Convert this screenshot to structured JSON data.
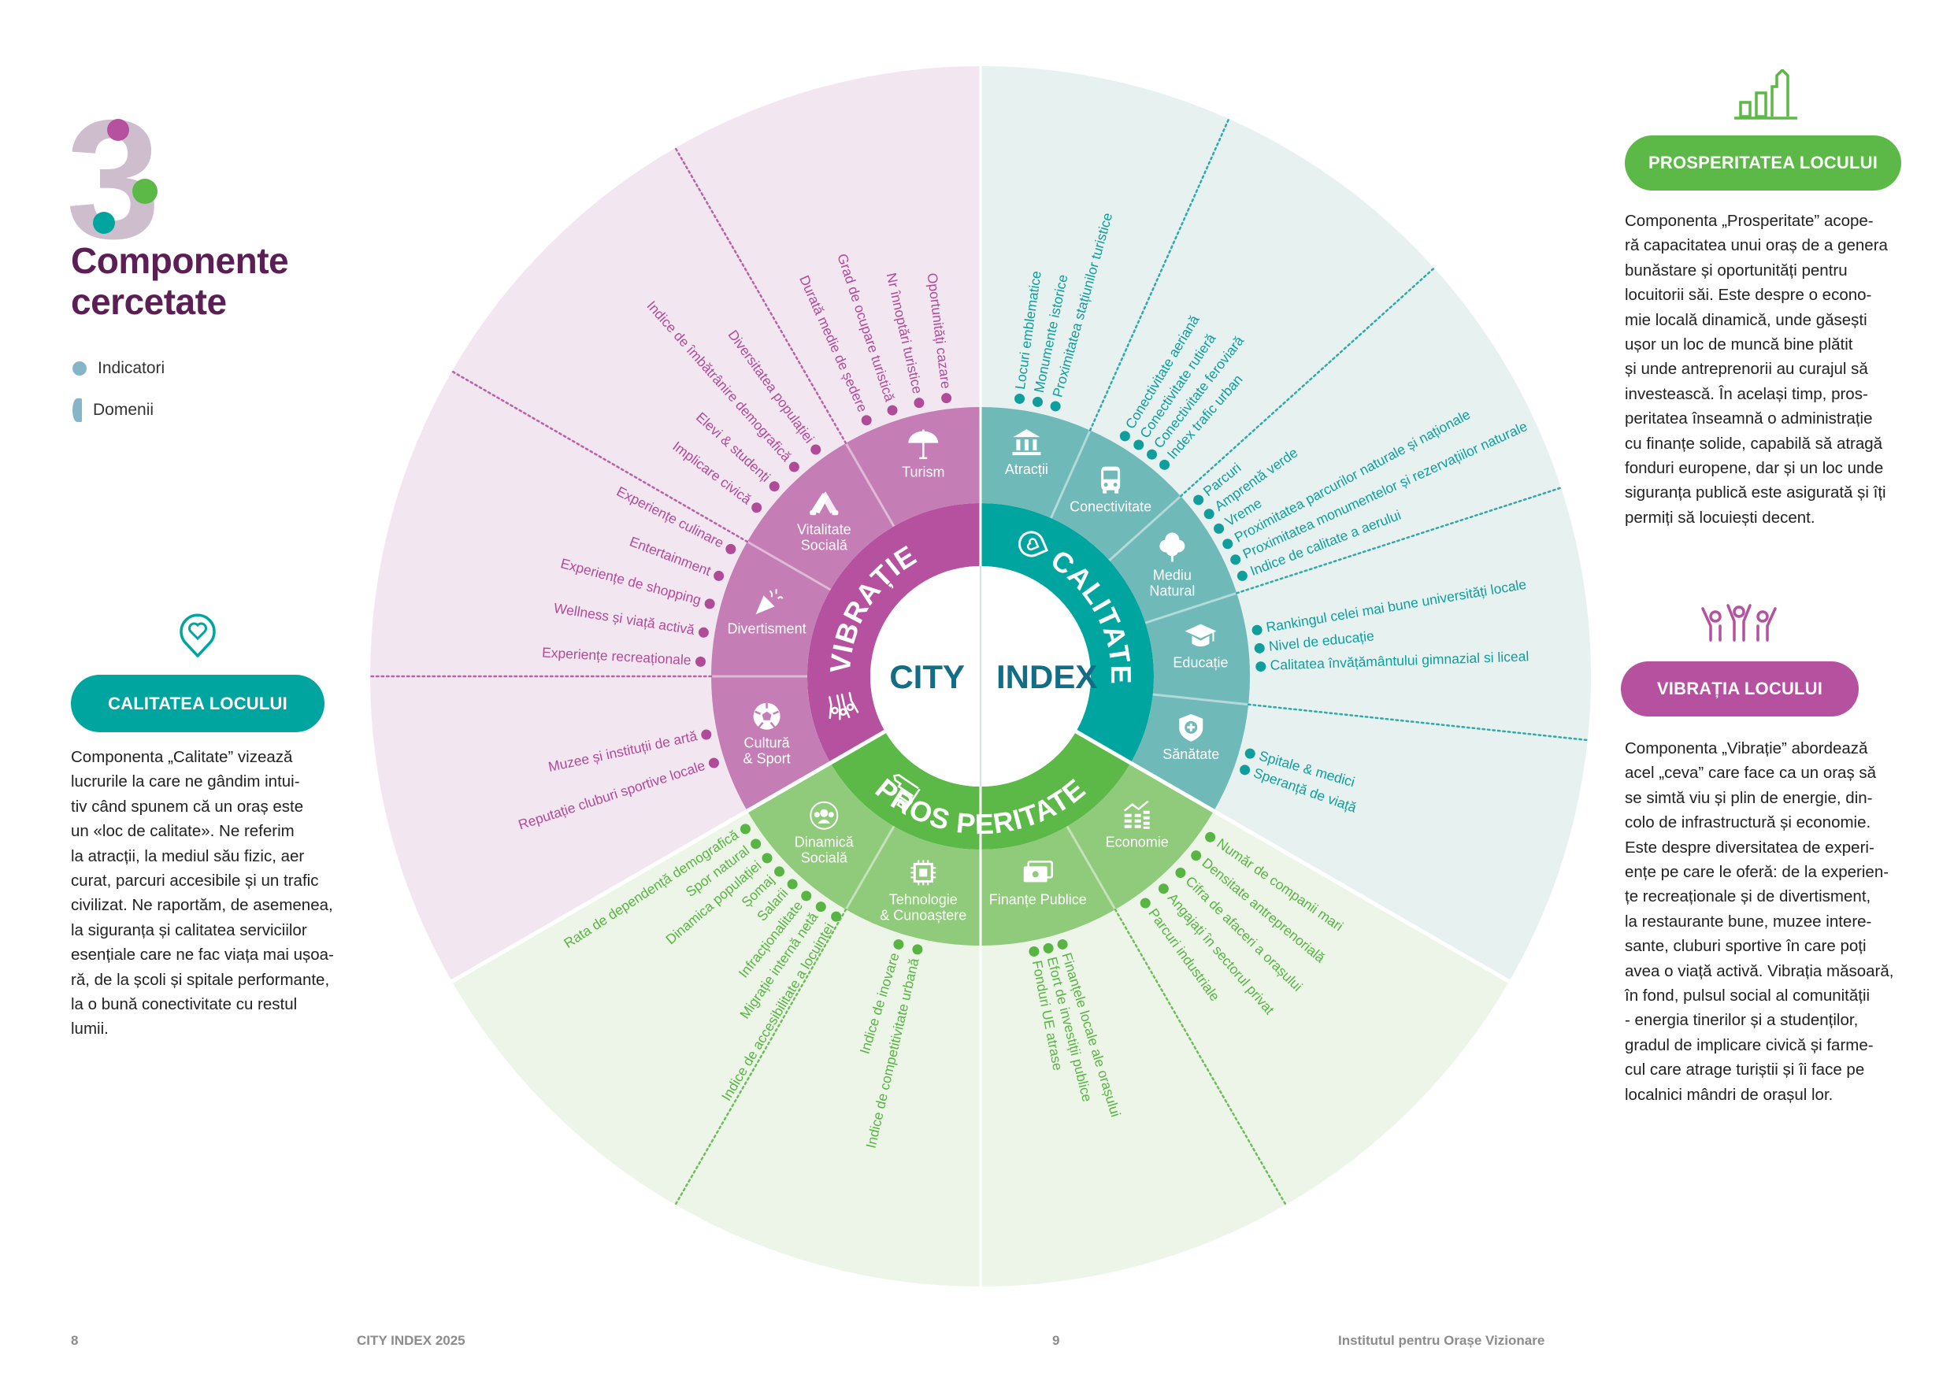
{
  "header": {
    "number": "3",
    "title_line1": "Componente",
    "title_line2": "cercetate",
    "legend": [
      {
        "label": "Indicatori"
      },
      {
        "label": "Domenii"
      }
    ]
  },
  "center": {
    "left_word": "CITY",
    "right_word": "INDEX"
  },
  "colors": {
    "vibratie": {
      "domain": "#b5519e",
      "sub": "#c57db5",
      "bg": "#f2e7f1",
      "text": "#b04b98"
    },
    "calitate": {
      "domain": "#00a5a0",
      "sub": "#6fb9b9",
      "bg": "#e6f1f0",
      "text": "#0f9e9c"
    },
    "prosperitate": {
      "domain": "#5cb947",
      "sub": "#90ca7b",
      "bg": "#edf5e8",
      "text": "#58b443"
    },
    "title": "#5c1f55",
    "center_text": "#126e86"
  },
  "domains": [
    {
      "key": "calitate",
      "label": "CALITATE",
      "icon": "heart-pin-icon",
      "subdomains": [
        {
          "label_lines": [
            "Atracții"
          ],
          "icon": "bank",
          "indicators": [
            "Locuri emblematice",
            "Monumente istorice",
            "Proximitatea stațiunilor turistice"
          ]
        },
        {
          "label_lines": [
            "Conectivitate"
          ],
          "icon": "bus",
          "indicators": [
            "Conectivitate aeriană",
            "Conectivitate rutieră",
            "Conectivitate feroviară",
            "Index trafic urban"
          ]
        },
        {
          "label_lines": [
            "Mediu",
            "Natural"
          ],
          "icon": "tree",
          "indicators": [
            "Parcuri",
            "Amprentă verde",
            "Vreme",
            "Proximitatea parcurilor naturale și naționale",
            "Proximitatea monumentelor și rezervațiilor naturale",
            "Indice de calitate a aerului"
          ]
        },
        {
          "label_lines": [
            "Educație"
          ],
          "icon": "graduation-cap",
          "indicators": [
            "Rankingul celei mai bune universități locale",
            "Nivel de educație",
            "Calitatea învățământului gimnazial si liceal"
          ]
        },
        {
          "label_lines": [
            "Sănătate"
          ],
          "icon": "shield-plus",
          "indicators": [
            "Spitale & medici",
            "Speranță de viață"
          ]
        }
      ]
    },
    {
      "key": "prosperitate",
      "label": "PROS PERITATE",
      "icon": "growth-chart-icon",
      "subdomains": [
        {
          "label_lines": [
            "Economie"
          ],
          "icon": "economy",
          "indicators": [
            "Număr de companii mari",
            "Densitate antreprenorială",
            "Cifra de afaceri a orașului",
            "Angajați în sectorul privat",
            "Parcuri industriale"
          ]
        },
        {
          "label_lines": [
            "Finanțe Publice"
          ],
          "icon": "money",
          "indicators": [
            "Finanțele locale ale orașului",
            "Efort de investiții publice",
            "Fonduri UE atrase"
          ]
        },
        {
          "label_lines": [
            "Tehnologie",
            "& Cunoaștere"
          ],
          "icon": "chip",
          "indicators": [
            "Indice de competitivitate urbană",
            "Indice de inovare"
          ]
        },
        {
          "label_lines": [
            "Dinamică",
            "Socială"
          ],
          "icon": "people",
          "indicators": [
            "Indice de accesibilitate a locuinței",
            "Migrație internă netă",
            "Infracționalitate",
            "Salarii",
            "Șomaj",
            "Dinamica populației",
            "Spor natural",
            "Rata de dependență demografică"
          ]
        }
      ]
    },
    {
      "key": "vibratie",
      "label": "VIBRAȚIE",
      "icon": "cheering-people-icon",
      "subdomains": [
        {
          "label_lines": [
            "Cultură",
            "& Sport"
          ],
          "icon": "ball",
          "indicators": [
            "Reputație cluburi sportive locale",
            "Muzee și instituții de artă"
          ]
        },
        {
          "label_lines": [
            "Divertisment"
          ],
          "icon": "party",
          "indicators": [
            "Experiențe recreaționale",
            "Wellness și viață activă",
            "Experiențe de shopping",
            "Entertainment",
            "Experiențe culinare"
          ]
        },
        {
          "label_lines": [
            "Vitalitate",
            "Socială"
          ],
          "icon": "hands",
          "indicators": [
            "Implicare civică",
            "Elevi & studenți",
            "Indice de îmbătrânire demografică",
            "Diversitatea populației"
          ]
        },
        {
          "label_lines": [
            "Turism"
          ],
          "icon": "umbrella",
          "indicators": [
            "Durată medie de ședere",
            "Grad de ocupare turistică",
            "Nr înnoptări turistice",
            "Oportunități cazare"
          ]
        }
      ]
    }
  ],
  "calitate_panel": {
    "pill": "CALITATEA LOCULUI",
    "lines": [
      "Componenta „Calitate” vizează",
      "lucrurile la care ne gândim intui-",
      "tiv când spunem că un oraș este",
      "un «loc de calitate». Ne referim",
      "la atracții, la mediul său fizic, aer",
      "curat, parcuri accesibile și un trafic",
      "civilizat. Ne raportăm, de asemenea,",
      "la siguranța și calitatea serviciilor",
      "esențiale care ne fac viața mai ușoa-",
      "ră, de la școli și spitale performante,",
      "la o bună conectivitate cu restul",
      "lumii."
    ]
  },
  "prosperitate_panel": {
    "pill": "PROSPERITATEA LOCULUI",
    "lines": [
      "Componenta „Prosperitate” acope-",
      "ră capacitatea unui oraș de a genera",
      "bunăstare și oportunități pentru",
      "locuitorii săi. Este despre o econo-",
      "mie locală dinamică, unde găsești",
      "ușor un loc de muncă bine plătit",
      "și unde antreprenorii au curajul să",
      "investească. În același timp, pros-",
      "peritatea înseamnă o administrație",
      "cu finanțe solide, capabilă să atragă",
      "fonduri europene, dar și un loc unde",
      "siguranța publică este asigurată și îți",
      "permiți să locuiești decent."
    ]
  },
  "vibratie_panel": {
    "pill": "VIBRAȚIA LOCULUI",
    "lines": [
      "Componenta „Vibrație” abordează",
      "acel „ceva” care face ca un oraș să",
      "se simtă viu și plin de energie, din-",
      "colo de infrastructură și economie.",
      "Este despre diversitatea de experi-",
      "ențe pe care le oferă: de la experien-",
      "țe recreaționale și de divertisment,",
      "la restaurante bune, muzee intere-",
      "sante, cluburi sportive în care poți",
      "avea o viață activă. Vibrația măsoară,",
      "în fond, pulsul social al comunității",
      "- energia tinerilor și a studenților,",
      "gradul de implicare civică și farme-",
      "cul care atrage turiștii și îi face pe",
      "localnici mândri de orașul lor."
    ]
  },
  "footer": {
    "left_page": "8",
    "publication": "CITY INDEX 2025",
    "right_page": "9",
    "publisher": "Institutul pentru Orașe Vizionare"
  }
}
